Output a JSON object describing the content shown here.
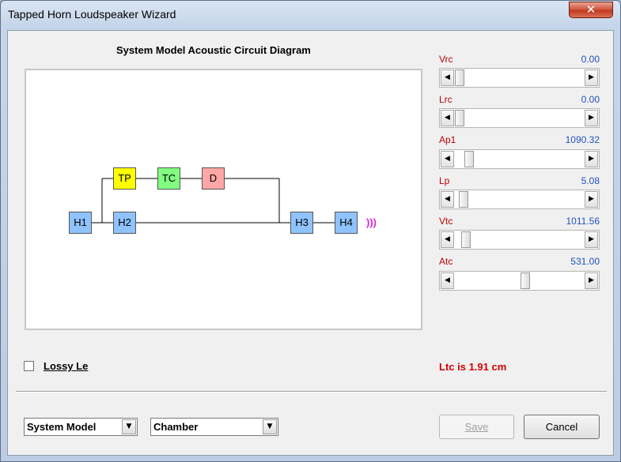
{
  "window": {
    "title": "Tapped Horn Loudspeaker Wizard",
    "close_glyph": "✕"
  },
  "diagram": {
    "title": "System Model Acoustic Circuit Diagram",
    "blocks": [
      {
        "id": "tp",
        "label": "TP",
        "color": "#ffff00"
      },
      {
        "id": "tc",
        "label": "TC",
        "color": "#80ff80"
      },
      {
        "id": "d",
        "label": "D",
        "color": "#ffa6a6"
      },
      {
        "id": "h1",
        "label": "H1",
        "color": "#8fc3ff"
      },
      {
        "id": "h2",
        "label": "H2",
        "color": "#8fc3ff"
      },
      {
        "id": "h3",
        "label": "H3",
        "color": "#8fc3ff"
      },
      {
        "id": "h4",
        "label": "H4",
        "color": "#8fc3ff"
      }
    ],
    "sound_glyph": ")))",
    "sound_color": "#e020e0"
  },
  "params": [
    {
      "label": "Vrc",
      "value": "0.00",
      "fraction": 0.0
    },
    {
      "label": "Lrc",
      "value": "0.00",
      "fraction": 0.0
    },
    {
      "label": "Ap1",
      "value": "1090.32",
      "fraction": 0.08
    },
    {
      "label": "Lp",
      "value": "5.08",
      "fraction": 0.03
    },
    {
      "label": "Vtc",
      "value": "1011.56",
      "fraction": 0.05
    },
    {
      "label": "Atc",
      "value": "531.00",
      "fraction": 0.55
    }
  ],
  "scroll_left_glyph": "◀",
  "scroll_right_glyph": "▶",
  "combo_glyph": "▼",
  "lossy": {
    "label": "Lossy Le",
    "checked": false
  },
  "ltc_text": "Ltc is 1.91 cm",
  "combos": {
    "model": "System Model",
    "section": "Chamber"
  },
  "buttons": {
    "save": "Save",
    "cancel": "Cancel"
  }
}
